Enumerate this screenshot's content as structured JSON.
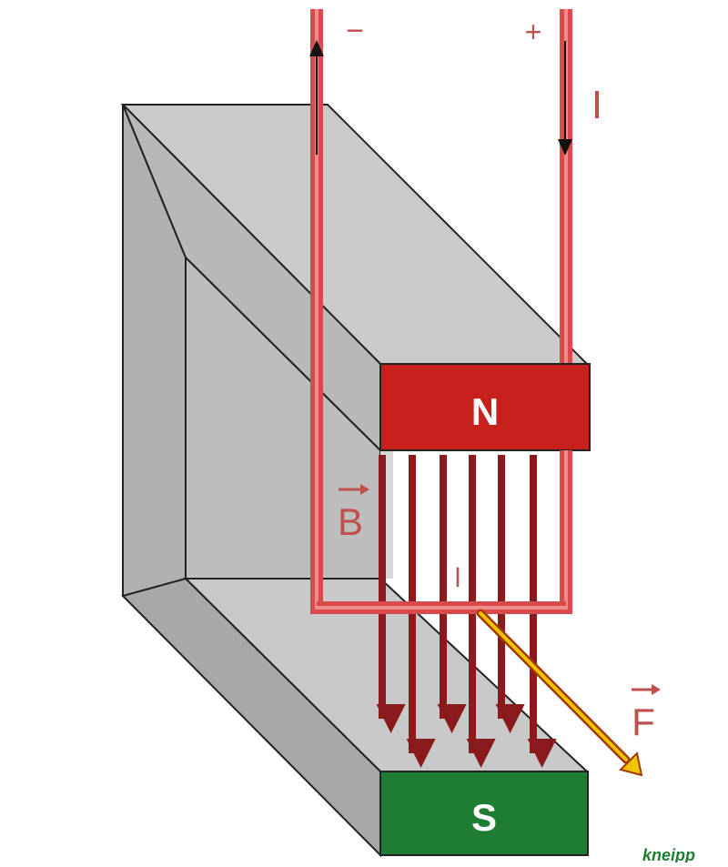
{
  "diagram": {
    "north_pole_label": "N",
    "south_pole_label": "S",
    "minus_terminal": "−",
    "plus_terminal": "+",
    "current_label": "I",
    "field_label": "B",
    "length_label": "l",
    "force_label": "F",
    "watermark": "kneipp"
  },
  "colors": {
    "magnet_front": "#b0b0b0",
    "magnet_top": "#cacaca",
    "magnet_side": "#9c9c9c",
    "inner_face": "#c2c2c2",
    "north_pole": "#c8201c",
    "south_pole": "#1e7d33",
    "wire": "#d94a4a",
    "field_arrow": "#8a1a1c",
    "force_arrow": "#f2c400",
    "label_red": "#c0504d",
    "watermark": "#1e7d33"
  }
}
